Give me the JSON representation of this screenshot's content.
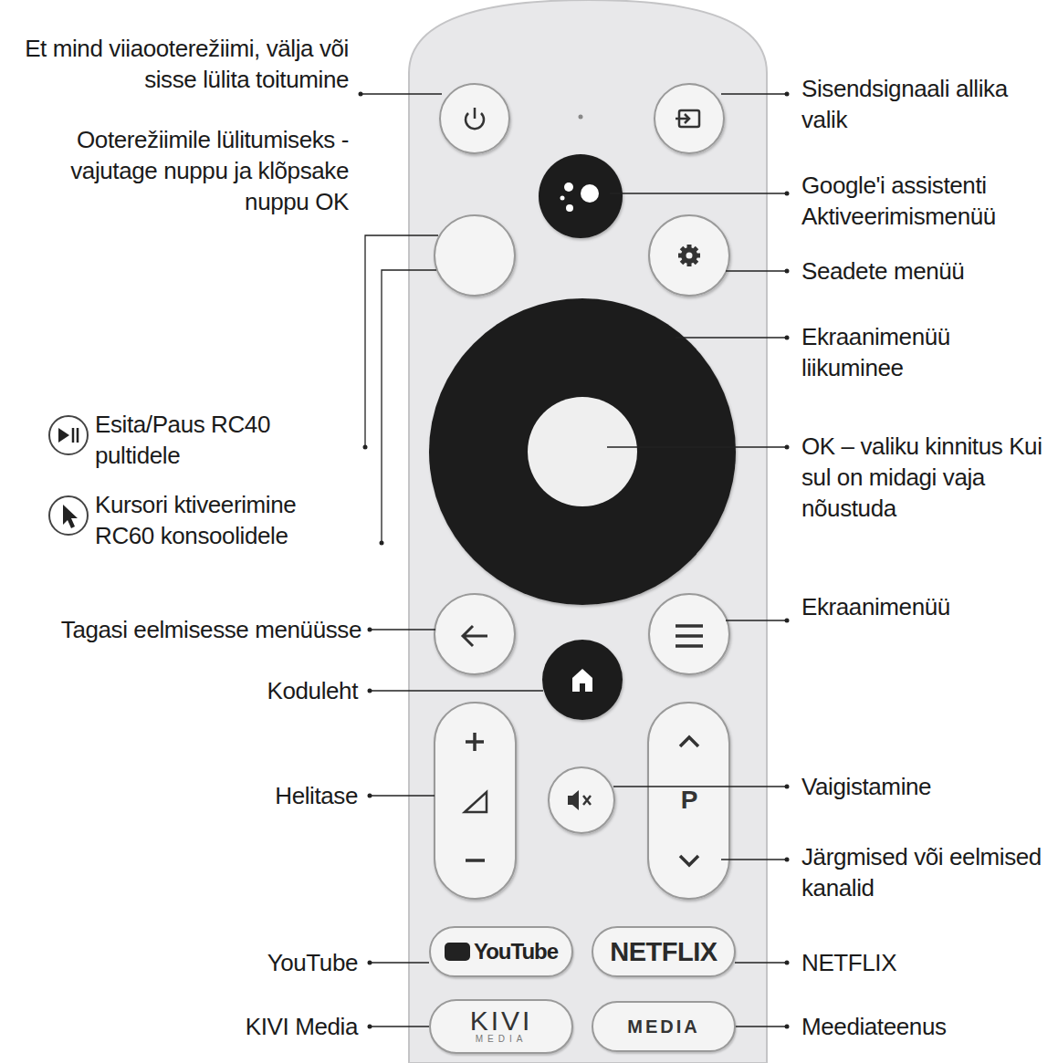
{
  "diagram": {
    "nodes": [
      {
        "text": [
          "P"
        ]
      },
      {
        "text": [
          "YouTube"
        ]
      },
      {
        "text": [
          "NETFLIX"
        ]
      },
      {
        "text": [
          "KIVI",
          "MEDIA"
        ]
      },
      {
        "text": [
          "MEDIA"
        ]
      }
    ],
    "labels": [
      "Et mind viiaooterežiimi, välja või sisse lülita toitumine",
      "Ooterežiimile lülitumiseks - vajutage nuppu ja klõpsake nuppu OK",
      "Sisendsignaali allika valik",
      "Google'i assistenti Aktiveerimismenüü",
      "Seadete menüü",
      "Ekraanimenüü liikuminee",
      "Esita/Paus RC40 pultidele",
      "Kursori ktiveerimine RC60 konsoolidele",
      "OK – valiku kinnitus Kui sul on midagi vaja nõustuda",
      "Tagasi eelmisesse menüüsse",
      "Ekraanimenüü",
      "Koduleht",
      "Helitase",
      "Vaigistamine",
      "Järgmised või eelmised kanalid",
      "YouTube",
      "NETFLIX",
      "KIVI Media",
      "Meediateenus"
    ]
  }
}
